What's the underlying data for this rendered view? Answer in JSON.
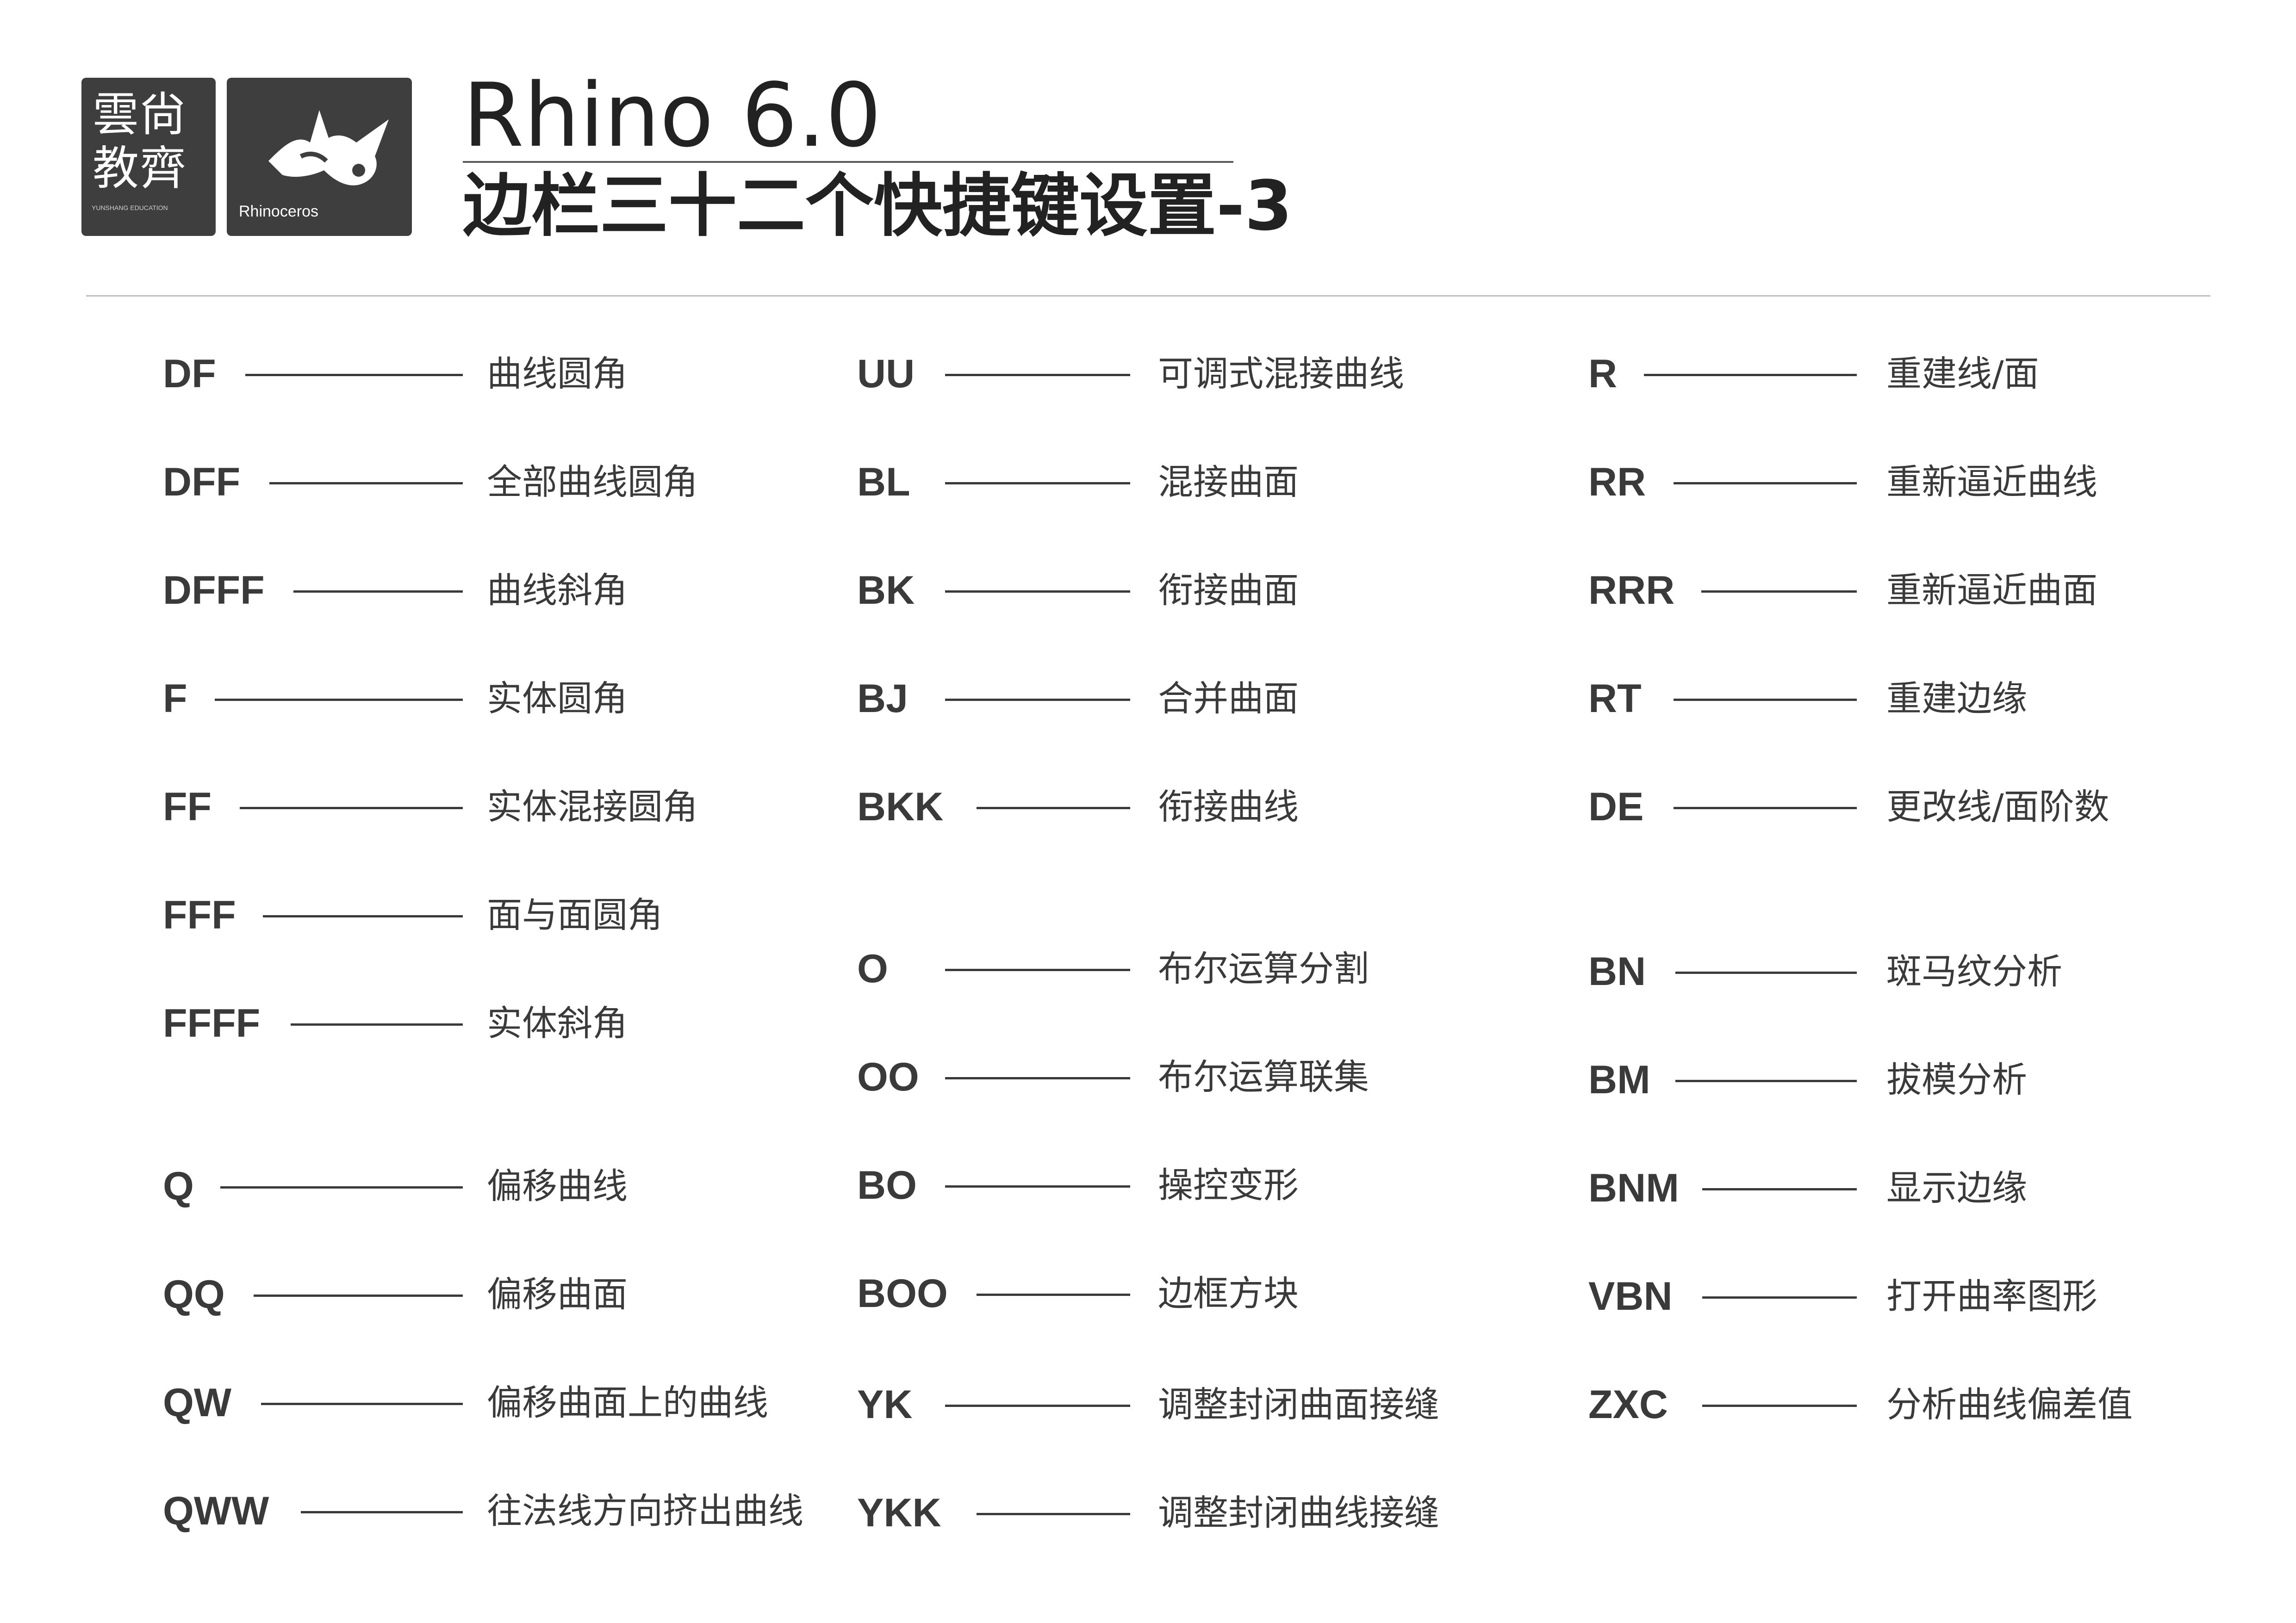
{
  "header": {
    "logo_cn_line1": "雲尙",
    "logo_cn_line2": "教齊",
    "logo_en": "YUNSHANG EDUCATION",
    "logo_rhino": "Rhinoceros",
    "title": "Rhino 6.0",
    "subtitle": "边栏三十二个快捷键设置-3"
  },
  "columns": [
    [
      {
        "key": "DF",
        "desc": "曲线圆角"
      },
      {
        "key": "DFF",
        "desc": "全部曲线圆角"
      },
      {
        "key": "DFFF",
        "desc": "曲线斜角"
      },
      {
        "key": "F",
        "desc": "实体圆角"
      },
      {
        "key": "FF",
        "desc": "实体混接圆角"
      },
      {
        "key": "FFF",
        "desc": "面与面圆角"
      },
      {
        "key": "FFFF",
        "desc": "实体斜角"
      },
      {
        "key": "Q",
        "desc": "偏移曲线"
      },
      {
        "key": "QQ",
        "desc": "偏移曲面"
      },
      {
        "key": "QW",
        "desc": "偏移曲面上的曲线"
      },
      {
        "key": "QWW",
        "desc": "往法线方向挤出曲线"
      }
    ],
    [
      {
        "key": "UU",
        "desc": "可调式混接曲线"
      },
      {
        "key": "BL",
        "desc": "混接曲面"
      },
      {
        "key": "BK",
        "desc": "衔接曲面"
      },
      {
        "key": "BJ",
        "desc": "合并曲面"
      },
      {
        "key": "BKK",
        "desc": "衔接曲线"
      },
      {
        "key": "O",
        "desc": "布尔运算分割"
      },
      {
        "key": "OO",
        "desc": "布尔运算联集"
      },
      {
        "key": "BO",
        "desc": "操控变形"
      },
      {
        "key": "BOO",
        "desc": "边框方块"
      },
      {
        "key": "YK",
        "desc": "调整封闭曲面接缝"
      },
      {
        "key": "YKK",
        "desc": "调整封闭曲线接缝"
      }
    ],
    [
      {
        "key": "R",
        "desc": "重建线/面"
      },
      {
        "key": "RR",
        "desc": "重新逼近曲线"
      },
      {
        "key": "RRR",
        "desc": "重新逼近曲面"
      },
      {
        "key": "RT",
        "desc": "重建边缘"
      },
      {
        "key": "DE",
        "desc": "更改线/面阶数"
      },
      {
        "key": "BN",
        "desc": "斑马纹分析"
      },
      {
        "key": "BM",
        "desc": "拔模分析"
      },
      {
        "key": "BNM",
        "desc": "显示边缘"
      },
      {
        "key": "VBN",
        "desc": "打开曲率图形"
      },
      {
        "key": "ZXC",
        "desc": "分析曲线偏差值"
      }
    ]
  ]
}
